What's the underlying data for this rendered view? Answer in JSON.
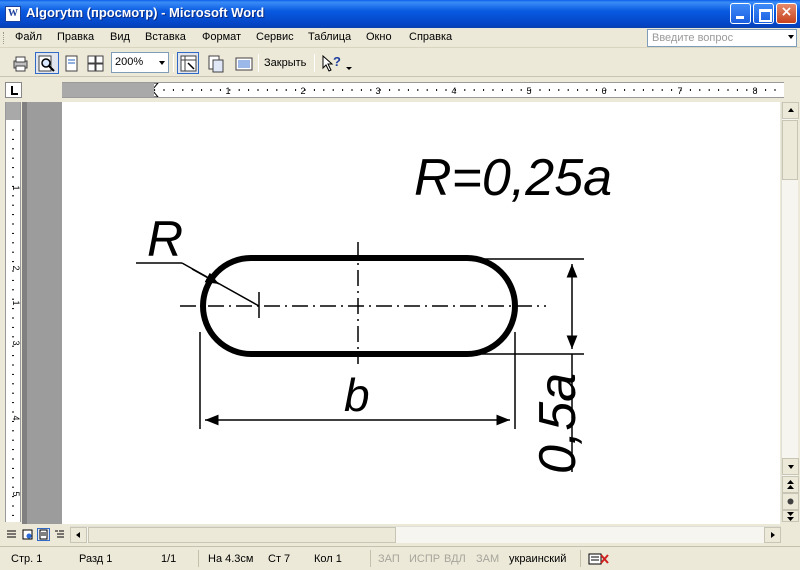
{
  "window": {
    "title": "Algorytm (просмотр) - Microsoft Word",
    "app_icon": "W"
  },
  "menu": {
    "items": [
      "Файл",
      "Правка",
      "Вид",
      "Вставка",
      "Формат",
      "Сервис",
      "Таблица",
      "Окно",
      "Справка"
    ],
    "help_placeholder": "Введите вопрос"
  },
  "toolbar": {
    "zoom_value": "200%",
    "close_label": "Закрыть",
    "icons": [
      "printer-icon",
      "magnifier-icon",
      "one-page-icon",
      "multiple-pages-icon",
      "view-ruler-icon",
      "shrink-to-fit-icon",
      "full-screen-icon",
      "help-pointer-icon"
    ]
  },
  "ruler": {
    "h_numbers": [
      "1",
      "1",
      "2",
      "3",
      "4",
      "5",
      "6",
      "7",
      "8"
    ],
    "v_numbers": [
      "1",
      "2",
      "1",
      "3",
      "4",
      "5"
    ]
  },
  "drawing": {
    "formula": "R=0,25a",
    "radius_label": "R",
    "width_label": "b",
    "height_label": "0,5a"
  },
  "status": {
    "page": "Стр. 1",
    "section": "Разд 1",
    "pages": "1/1",
    "position": "На 4.3см",
    "line": "Ст 7",
    "column": "Кол 1",
    "rec": "ЗАП",
    "trk": "ИСПР",
    "ext": "ВДЛ",
    "ovr": "ЗАМ",
    "language": "украинский"
  },
  "colors": {
    "titlebar": "#0a5fe6",
    "chrome": "#ece9d8",
    "doc_background": "#808080"
  }
}
